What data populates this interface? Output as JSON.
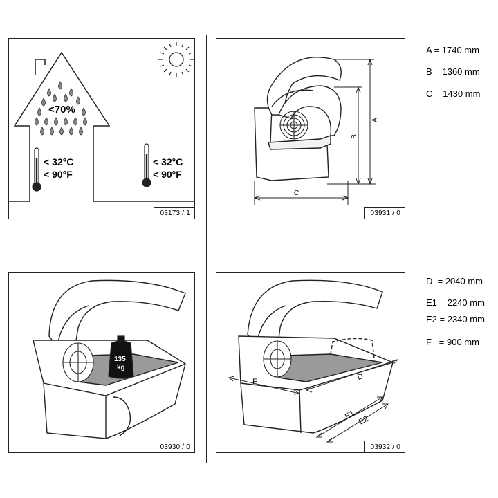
{
  "panels": {
    "climate": {
      "humidity": "<70%",
      "temp_c_inside": "< 32°C",
      "temp_f_inside": "< 90°F",
      "temp_c_outside": "< 32°C",
      "temp_f_outside": "< 90°F",
      "code": "03173 / 1"
    },
    "dimensions_side": {
      "label_a": "A",
      "label_b": "B",
      "label_c": "C",
      "code": "03931 / 0"
    },
    "weight": {
      "weight_value": "135",
      "weight_unit": "kg",
      "code": "03930 / 0"
    },
    "dimensions_open": {
      "label_d": "D",
      "label_e1": "E1",
      "label_e2": "E2",
      "label_f": "F",
      "code": "03932 / 0"
    }
  },
  "specs_top": [
    "A = 1740 mm",
    "B = 1360 mm",
    "C = 1430 mm"
  ],
  "specs_bottom": [
    "D  = 2040 mm",
    "E1 = 2240 mm",
    "E2 = 2340 mm",
    "F   = 900 mm"
  ]
}
